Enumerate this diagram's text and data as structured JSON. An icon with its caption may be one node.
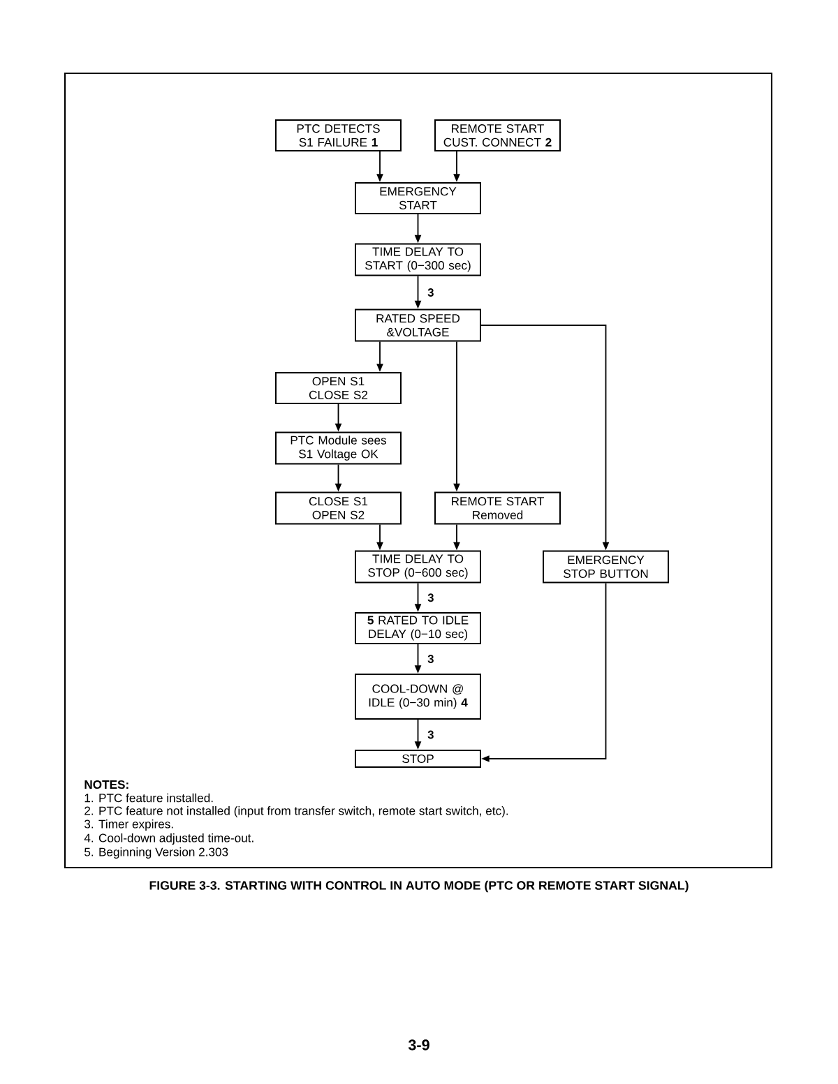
{
  "diagram": {
    "caption": "FIGURE 3-3. STARTING WITH CONTROL IN AUTO MODE (PTC OR REMOTE START SIGNAL)",
    "nodes": [
      {
        "text": [
          "PTC DETECTS S1 FAILURE **1**"
        ]
      },
      {
        "text": [
          "REMOTE START CUST. CONNECT **2**"
        ]
      },
      {
        "text": [
          "EMERGENCY START"
        ]
      },
      {
        "text": [
          "TIME DELAY TO START (0−300 sec)"
        ]
      },
      {
        "text": [
          "RATED SPEED &VOLTAGE"
        ]
      },
      {
        "text": [
          "OPEN S1 CLOSE S2"
        ]
      },
      {
        "text": [
          "PTC Module sees S1 Voltage OK"
        ]
      },
      {
        "text": [
          "CLOSE S1 OPEN S2"
        ]
      },
      {
        "text": [
          "REMOTE START Removed"
        ]
      },
      {
        "text": [
          "TIME DELAY TO STOP (0−600 sec)"
        ]
      },
      {
        "text": [
          "EMERGENCY STOP BUTTON"
        ]
      },
      {
        "text": [
          "**5** RATED TO IDLE DELAY (0−10 sec)"
        ]
      },
      {
        "text": [
          "COOL-DOWN @ IDLE (0−30 min) **4**"
        ]
      },
      {
        "text": [
          "STOP"
        ]
      }
    ],
    "edges": [
      {
        "from": 0,
        "to": 2,
        "arrow": "to"
      },
      {
        "from": 1,
        "to": 2,
        "arrow": "to"
      },
      {
        "from": 2,
        "to": 3,
        "arrow": "to"
      },
      {
        "from": 3,
        "to": 4,
        "arrow": "to",
        "label": "3"
      },
      {
        "from": 4,
        "to": 5,
        "arrow": "to"
      },
      {
        "from": 4,
        "to": 8,
        "arrow": "to"
      },
      {
        "from": 4,
        "to": 10,
        "arrow": "to"
      },
      {
        "from": 5,
        "to": 6,
        "arrow": "to"
      },
      {
        "from": 6,
        "to": 7,
        "arrow": "to"
      },
      {
        "from": 7,
        "to": 9,
        "arrow": "to"
      },
      {
        "from": 8,
        "to": 9,
        "arrow": "to"
      },
      {
        "from": 9,
        "to": 11,
        "arrow": "to",
        "label": "3"
      },
      {
        "from": 11,
        "to": 12,
        "arrow": "to",
        "label": "3"
      },
      {
        "from": 12,
        "to": 13,
        "arrow": "to",
        "label": "3"
      },
      {
        "from": 10,
        "to": 13,
        "arrow": "to"
      }
    ],
    "labels": [
      "NOTES:",
      "1. PTC feature installed.",
      "2. PTC feature not installed (input from transfer switch, remote start switch, etc).",
      "3. Timer expires.",
      "4. Cool-down adjusted time-out.",
      "5. Beginning Version 2.303",
      "3-9"
    ]
  }
}
